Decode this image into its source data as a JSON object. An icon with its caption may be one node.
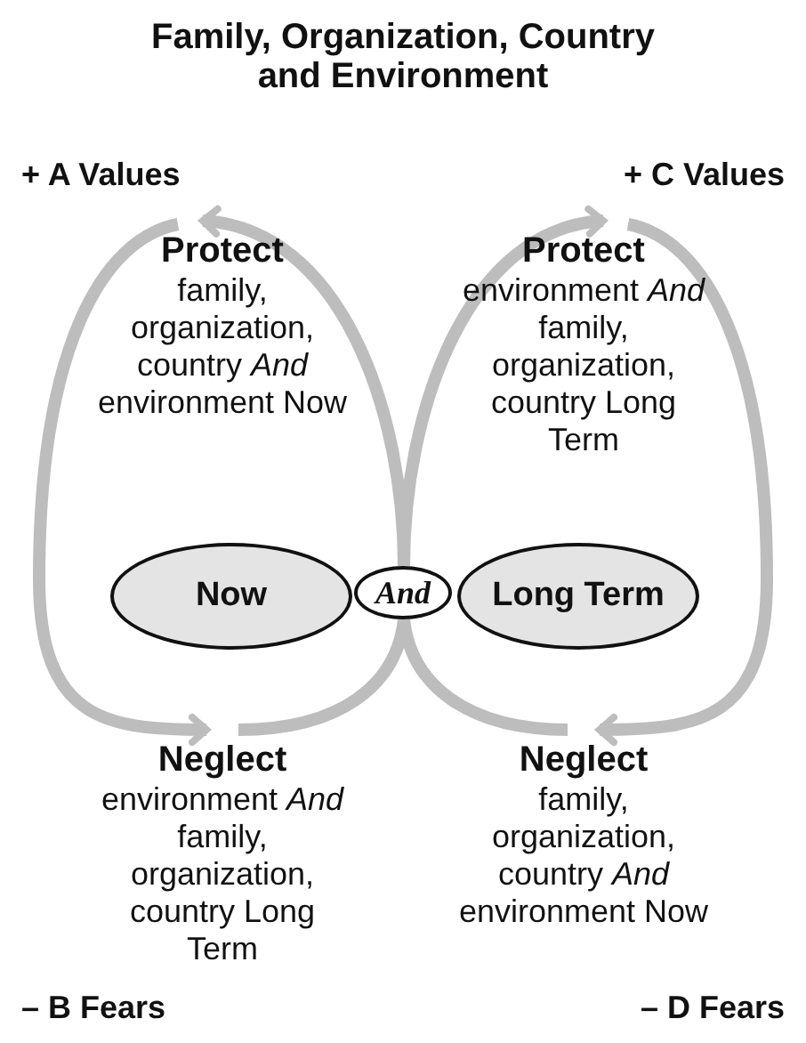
{
  "diagram": {
    "title": "Family, Organization, Country and Environment",
    "nodes": [
      {
        "text": [
          "Protect",
          "family, organization, country *And* environment Now"
        ]
      },
      {
        "text": [
          "Protect",
          "environment *And* family, organization, country Long Term"
        ]
      },
      {
        "text": [
          "Now"
        ]
      },
      {
        "text": [
          "And"
        ]
      },
      {
        "text": [
          "Long Term"
        ]
      },
      {
        "text": [
          "Neglect",
          "environment *And* family, organization, country Long Term"
        ]
      },
      {
        "text": [
          "Neglect",
          "family, organization, country *And* environment Now"
        ]
      }
    ],
    "edges": [
      {
        "from": 3,
        "to": 0,
        "arrow": "to"
      },
      {
        "from": 0,
        "to": 5,
        "arrow": "to"
      },
      {
        "from": 5,
        "to": 3,
        "arrow": "none"
      },
      {
        "from": 3,
        "to": 1,
        "arrow": "to"
      },
      {
        "from": 1,
        "to": 6,
        "arrow": "to"
      },
      {
        "from": 6,
        "to": 3,
        "arrow": "none"
      }
    ],
    "labels": [
      "+ A Values",
      "+ C Values",
      "– B Fears",
      "– D Fears"
    ]
  }
}
